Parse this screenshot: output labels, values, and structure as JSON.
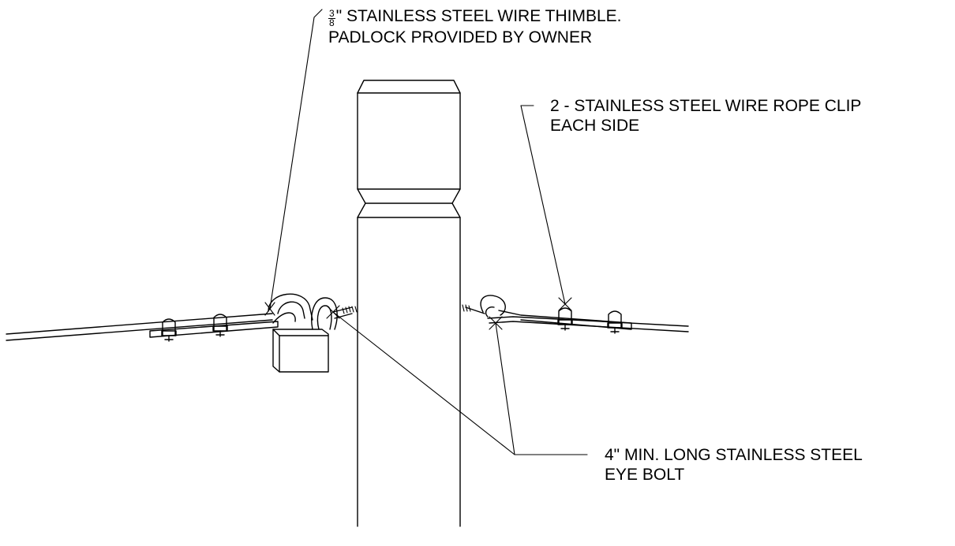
{
  "callouts": {
    "thimble": {
      "frac_num": "3",
      "frac_den": "8",
      "line1": "\" STAINLESS STEEL WIRE THIMBLE.",
      "line2": "PADLOCK PROVIDED BY OWNER"
    },
    "rope_clip": {
      "line1": "2 - STAINLESS STEEL WIRE ROPE CLIP",
      "line2": "EACH SIDE"
    },
    "eye_bolt": {
      "line1": "4\" MIN. LONG STAINLESS STEEL",
      "line2": "EYE BOLT"
    }
  }
}
